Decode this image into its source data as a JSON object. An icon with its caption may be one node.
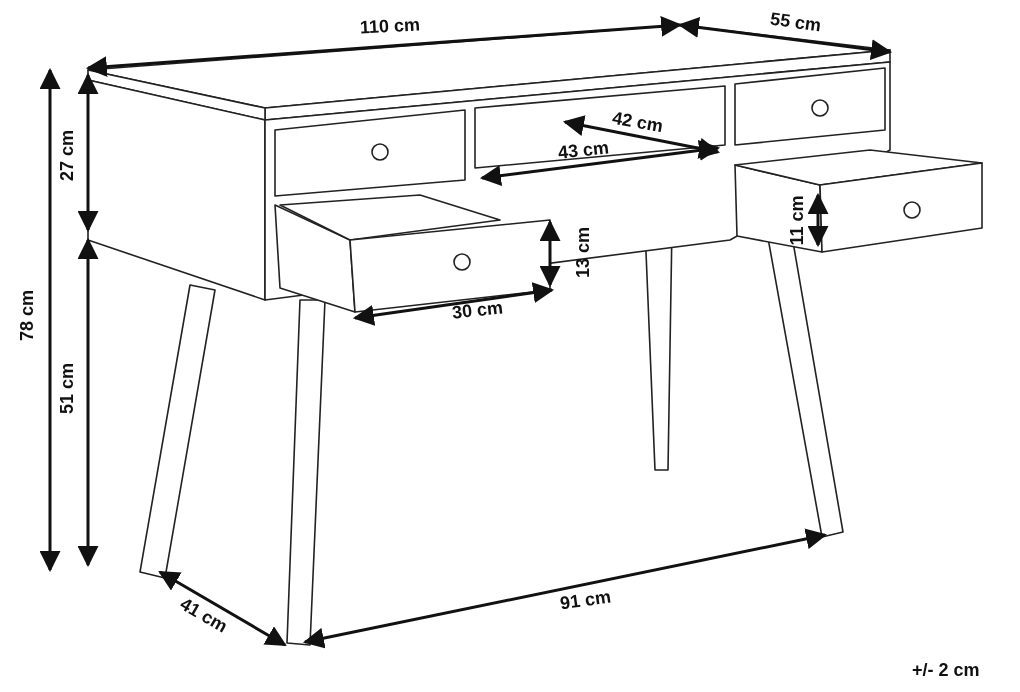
{
  "diagram": {
    "labels": [
      "110 cm",
      "55 cm",
      "27 cm",
      "42 cm",
      "43 cm",
      "78 cm",
      "11 cm",
      "13 cm",
      "30 cm",
      "51 cm",
      "91 cm",
      "41 cm",
      "+/- 2 cm"
    ]
  }
}
